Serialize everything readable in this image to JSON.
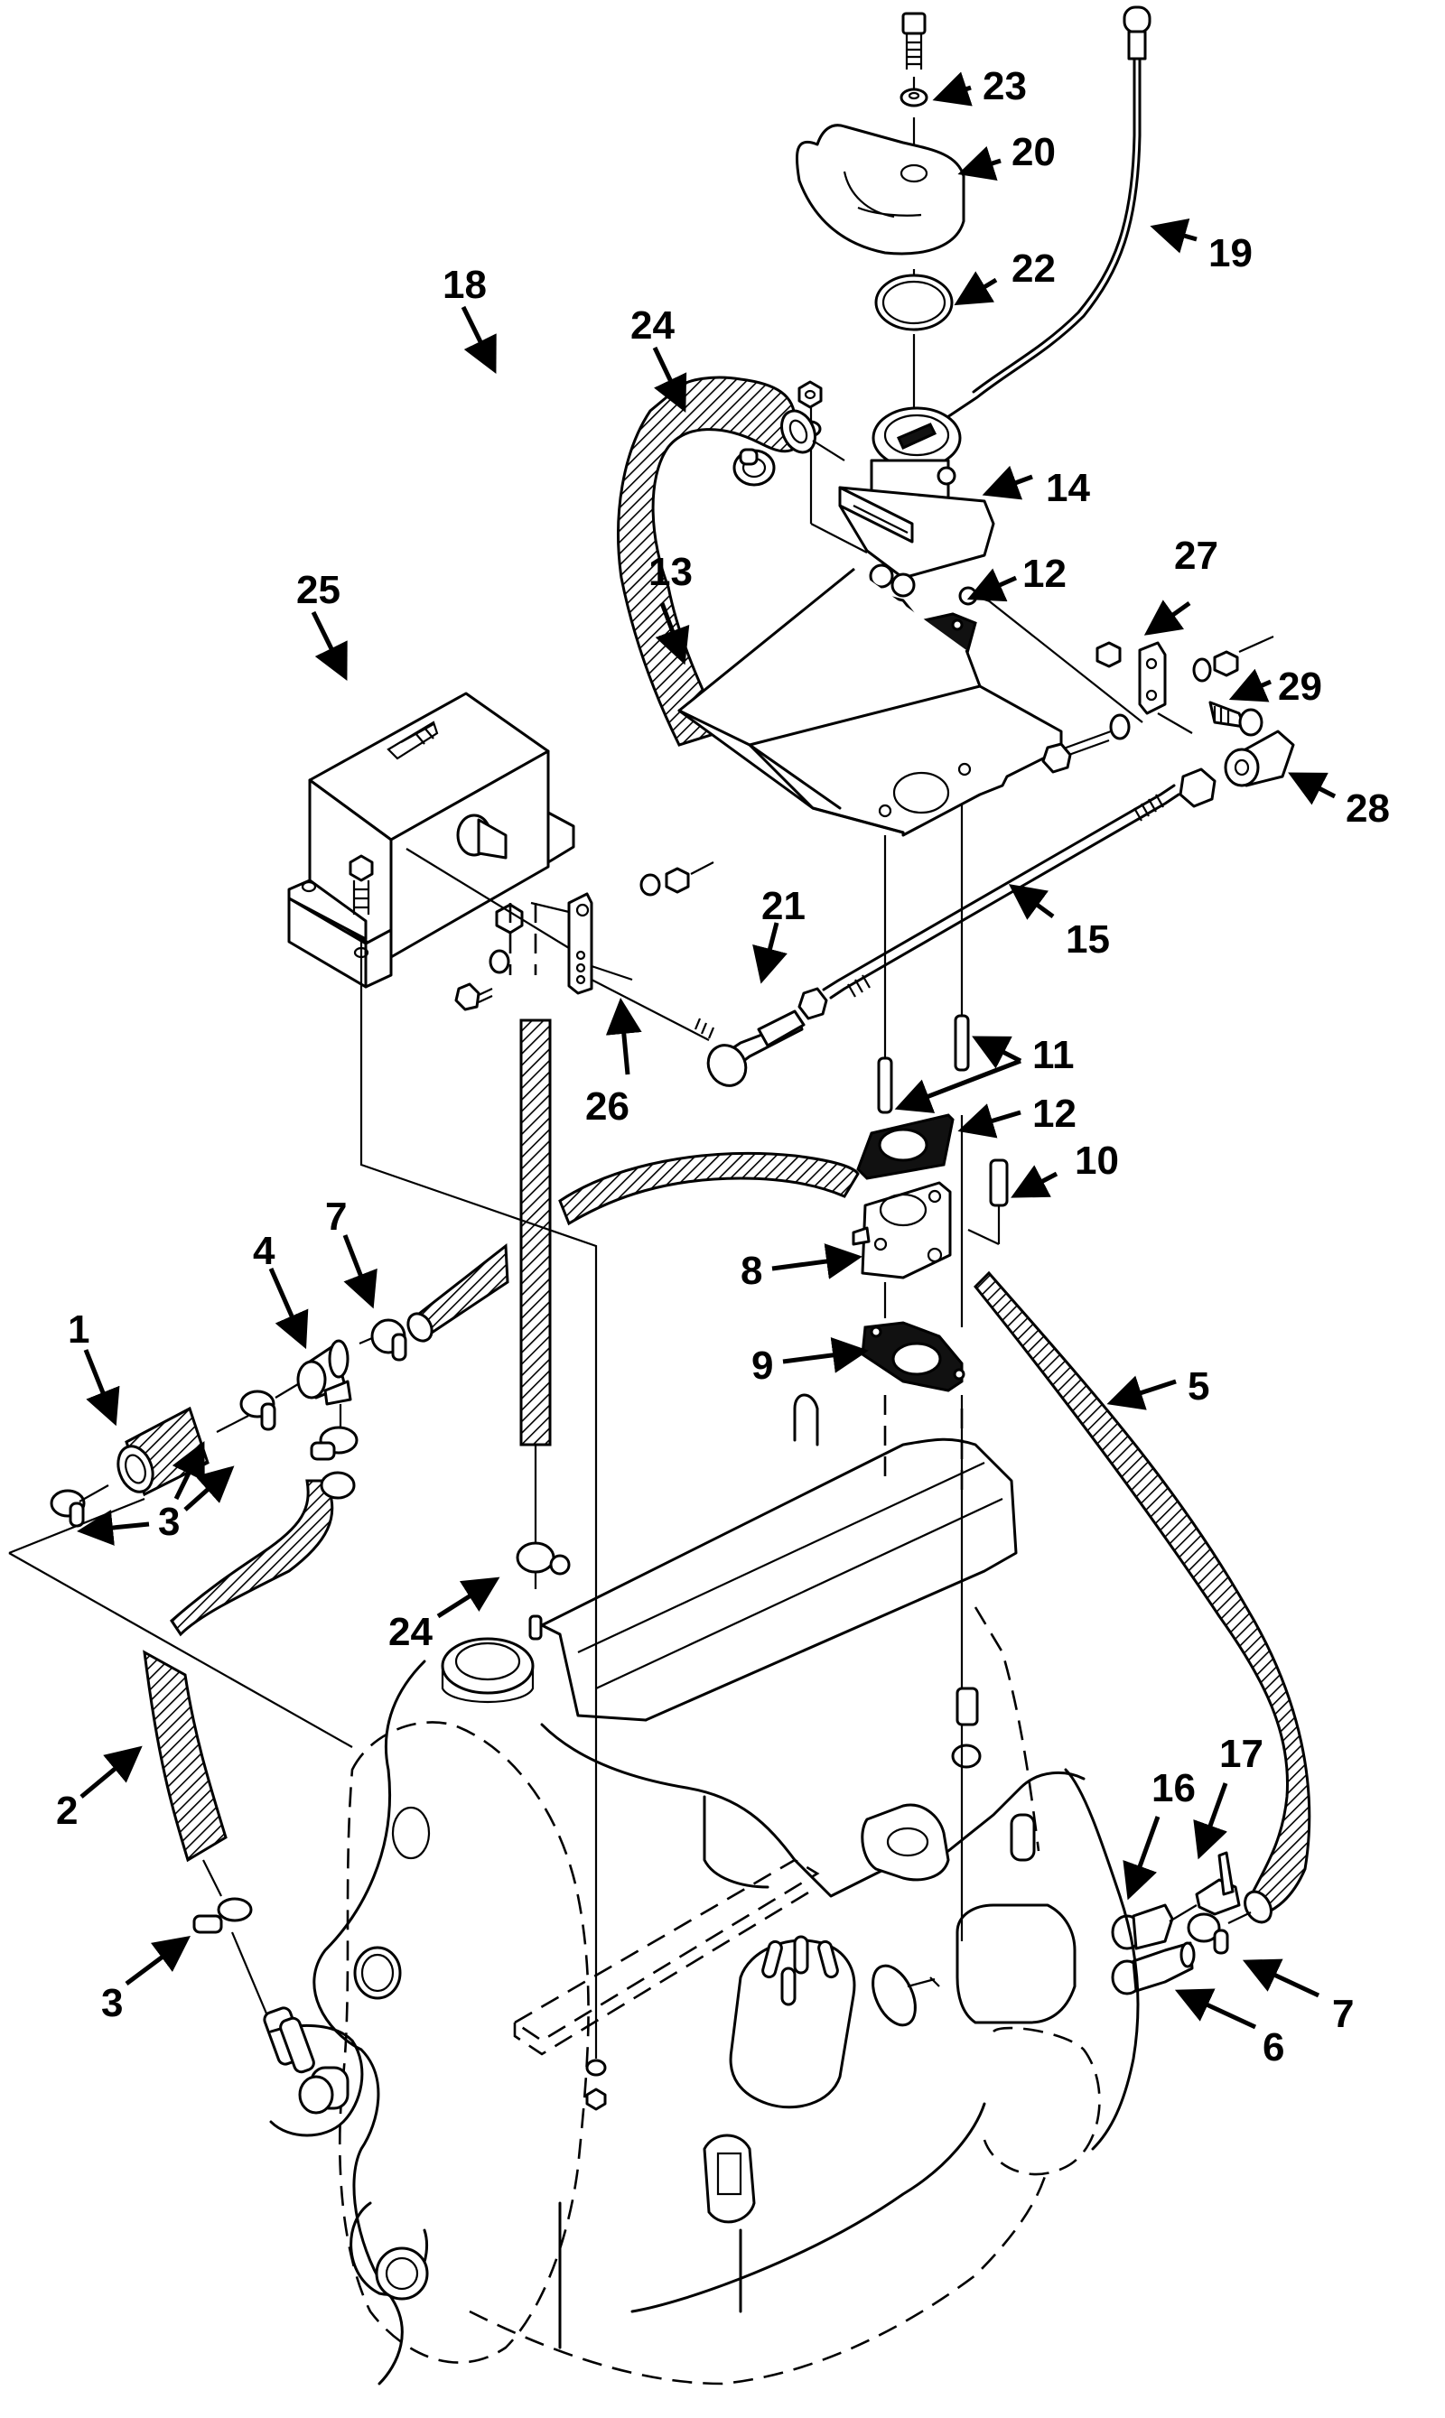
{
  "figure": {
    "type": "exploded-parts-diagram",
    "subject": "engine with carburetor, governor and coolant hose assembly",
    "line_color": "#000000",
    "background": "#ffffff"
  },
  "callouts": [
    {
      "id": "1",
      "label": "1"
    },
    {
      "id": "2",
      "label": "2"
    },
    {
      "id": "3a",
      "label": "3"
    },
    {
      "id": "3b",
      "label": "3"
    },
    {
      "id": "3c",
      "label": "3"
    },
    {
      "id": "4",
      "label": "4"
    },
    {
      "id": "5",
      "label": "5"
    },
    {
      "id": "6",
      "label": "6"
    },
    {
      "id": "7a",
      "label": "7"
    },
    {
      "id": "7b",
      "label": "7"
    },
    {
      "id": "8",
      "label": "8"
    },
    {
      "id": "9",
      "label": "9"
    },
    {
      "id": "10",
      "label": "10"
    },
    {
      "id": "11",
      "label": "11"
    },
    {
      "id": "12a",
      "label": "12"
    },
    {
      "id": "12b",
      "label": "12"
    },
    {
      "id": "13",
      "label": "13"
    },
    {
      "id": "14",
      "label": "14"
    },
    {
      "id": "15",
      "label": "15"
    },
    {
      "id": "16",
      "label": "16"
    },
    {
      "id": "17",
      "label": "17"
    },
    {
      "id": "18",
      "label": "18"
    },
    {
      "id": "19",
      "label": "19"
    },
    {
      "id": "20",
      "label": "20"
    },
    {
      "id": "21",
      "label": "21"
    },
    {
      "id": "22",
      "label": "22"
    },
    {
      "id": "23",
      "label": "23"
    },
    {
      "id": "24a",
      "label": "24"
    },
    {
      "id": "24b",
      "label": "24"
    },
    {
      "id": "25",
      "label": "25"
    },
    {
      "id": "26",
      "label": "26"
    },
    {
      "id": "27",
      "label": "27"
    },
    {
      "id": "28",
      "label": "28"
    },
    {
      "id": "29",
      "label": "29"
    }
  ]
}
